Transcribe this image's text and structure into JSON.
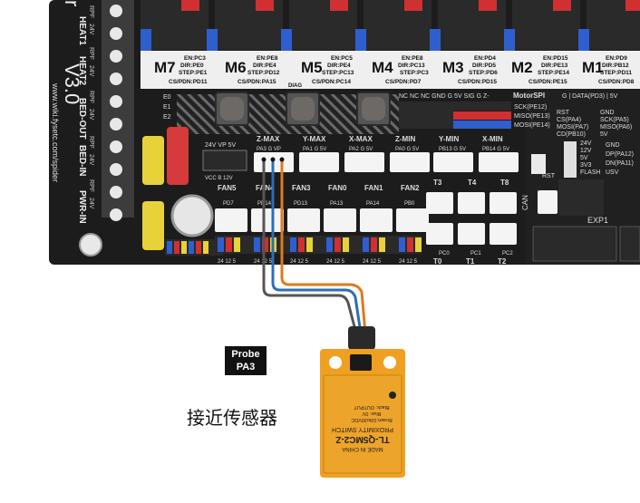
{
  "board": {
    "version": "V3.0",
    "brand_prefix": "r",
    "url": "www.wiki.fysetc.com/spider",
    "left_labels": [
      "HEAT1",
      "HEAT2",
      "BED-OUT",
      "BED-IN",
      "PWR-IN"
    ],
    "left_small": [
      "RPF",
      "24V",
      "RPF",
      "24V",
      "RPF",
      "24V",
      "RPF",
      "24V",
      "RPF",
      "24V"
    ],
    "motors": [
      {
        "name": "M7",
        "lines": [
          "EN:PC3",
          "DIR:PE0",
          "STEP:PE1",
          "CS/PDN:PD11"
        ]
      },
      {
        "name": "M6",
        "lines": [
          "EN:PE8",
          "DIR:PE4",
          "STEP:PD12",
          "CS/PDN:PA15"
        ]
      },
      {
        "name": "M5",
        "lines": [
          "EN:PC5",
          "DIR:PE4",
          "STEP:PC13",
          "CS/PDN:PC14"
        ]
      },
      {
        "name": "M4",
        "lines": [
          "EN:PE8",
          "DIR:PC13",
          "STEP:PC3",
          "CS/PDN:PD7"
        ]
      },
      {
        "name": "M3",
        "lines": [
          "EN:PD4",
          "DIR:PD5",
          "STEP:PD6",
          "CS/PDN:PD15"
        ]
      },
      {
        "name": "M2",
        "lines": [
          "EN:PD15",
          "DIR:PE13",
          "STEP:PE14",
          "CS/PDN:PE15"
        ]
      },
      {
        "name": "M1",
        "lines": [
          "EN:PD9",
          "DIR:PB12",
          "STEP:PD11",
          "CS/PDN:PD8"
        ]
      }
    ],
    "diag": "DIAG",
    "motorspi_title": "MotorSPI",
    "motorspi_top": "NC NC NC GND G 5V SIG G Z-",
    "motorspi_pins": [
      "SCK(PE12)",
      "MISO(PE13)",
      "MOSI(PE14)"
    ],
    "data_label": "G | DATA(PD3) | 5V",
    "endstops": [
      {
        "name": "Z-MAX",
        "pins": "PA3 G VP"
      },
      {
        "name": "Y-MAX",
        "pins": "PA1 G 5V"
      },
      {
        "name": "X-MAX",
        "pins": "PA2 G 5V"
      },
      {
        "name": "Z-MIN",
        "pins": "PA0 G 5V"
      },
      {
        "name": "Y-MIN",
        "pins": "PB13 G 5V"
      },
      {
        "name": "X-MIN",
        "pins": "PB14 G 5V"
      }
    ],
    "fans": [
      "FAN5",
      "FAN4",
      "FAN3",
      "FAN0",
      "FAN1",
      "FAN2"
    ],
    "fan_pins": [
      "PD7",
      "PD14",
      "PD13",
      "PA13",
      "PA14",
      "PB0"
    ],
    "vsel": "24V VP 5V",
    "vcc": "VCC B 12V",
    "fan_volts": "24 12 5",
    "thermistors": [
      "T0",
      "T1",
      "T2"
    ],
    "therm_top": [
      "T3",
      "T4",
      "T8"
    ],
    "therm_pins": [
      "PC0",
      "PC1",
      "PC2"
    ],
    "spi_pins": [
      "RST",
      "CS(PA4)",
      "MOSI(PA7)",
      "CD(PB10)"
    ],
    "spi_right": [
      "GND",
      "SCK(PA5)",
      "MISO(PA6)",
      "5V"
    ],
    "power_out": [
      "24V",
      "12V",
      "5V",
      "3V3",
      "FLASH"
    ],
    "power_right": [
      "GND",
      "DP(PA12)",
      "DN(PA11)",
      "USV"
    ],
    "exp1": "EXP1",
    "can": "CAN",
    "rst": "RST",
    "led_labels": [
      "E0",
      "E1",
      "E2"
    ]
  },
  "sensor": {
    "made_in": "MADE IN CHINA",
    "model": "TL-Q5MC2-Z",
    "type": "PROXIMITY SWITCH",
    "voltage": "Brown:10to30VDC",
    "blue": "Blue: 0V",
    "black": "Black: OUTPUT"
  },
  "label": {
    "probe": "Probe",
    "pin": "PA3",
    "sensor_cn": "接近传感器"
  },
  "colors": {
    "board": "#1c1c1c",
    "wire_black": "#555555",
    "wire_blue": "#2a6fb5",
    "wire_orange": "#e07a1a",
    "sensor": "#f0a020"
  }
}
